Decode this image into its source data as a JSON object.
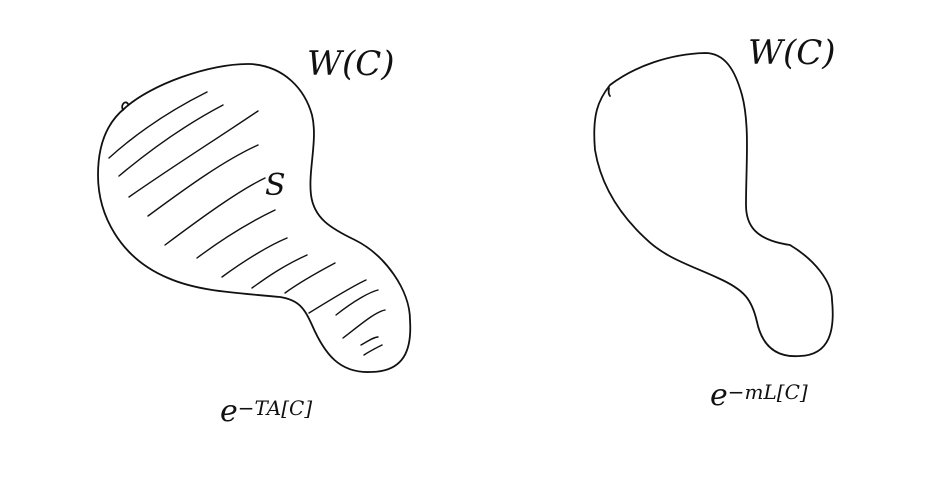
{
  "diagram": {
    "left_panel": {
      "loop_label": "W(C)",
      "surface_label": "S",
      "weight_base": "e",
      "weight_exponent": "−TA[C]",
      "shaded": true
    },
    "right_panel": {
      "loop_label": "W(C)",
      "weight_base": "e",
      "weight_exponent": "−mL[C]",
      "shaded": false
    },
    "colors": {
      "stroke": "#111111",
      "background": "#ffffff"
    }
  }
}
